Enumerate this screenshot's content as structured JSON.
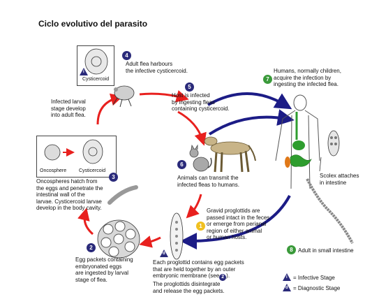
{
  "title": "Ciclo evolutivo del parasito",
  "steps": [
    {
      "num": "1",
      "text": "Gravid proglottids are\npassed intact in the feces\nor emerge from perianal\nregion of either animal\nor human hosts."
    },
    {
      "num": "2",
      "text": "Egg packets containing\nembryonated eggs\nare ingested by larval\nstage of flea."
    },
    {
      "num": "3",
      "text": "Oncospheres hatch from\nthe eggs and penetrate the\nintestinal wall of the\nlarvae. Cysticercoid larvae\ndevelop in the body cavity."
    },
    {
      "num": "4",
      "text": "Adult flea harbours\nthe infective cysticercoid."
    },
    {
      "num": "5",
      "text": "Host is infected\nby ingesting fleas\ncontaining cysticercoid."
    },
    {
      "num": "6",
      "text": "Animals can transmit the\ninfected fleas to humans."
    },
    {
      "num": "7",
      "text": "Humans, normally children,\nacquire the infection by\ningesting the infected flea."
    },
    {
      "num": "8",
      "text": "Adult in small intestine"
    }
  ],
  "labels": {
    "larval_stage": "Infected larval\nstage develop\ninto adult flea.",
    "egg_packets": "Each proglottid contains egg packets\nthat are held together by an outer\nembryonic membrane (see",
    "egg_packets_ref": "2",
    "egg_packets_end": ").\nThe proglottids disintegrate\nand release the egg packets.",
    "scolex": "Scolex attaches\nin intestine",
    "oncosphere": "Oncosphere",
    "cysticercoid": "Cysticercoid",
    "cysticercoid_flea": "Cysticercoid"
  },
  "legend": {
    "infective": "= Infective Stage",
    "diagnostic": "= Diagnostic Stage",
    "infective_mark": "i",
    "diagnostic_mark": "d"
  },
  "colors": {
    "red_arrow": "#e8201e",
    "blue_arrow": "#1c1c86",
    "badge": "#2a2a7a",
    "green_badge": "#3a9a3a",
    "yellow_badge": "#f0c020"
  }
}
